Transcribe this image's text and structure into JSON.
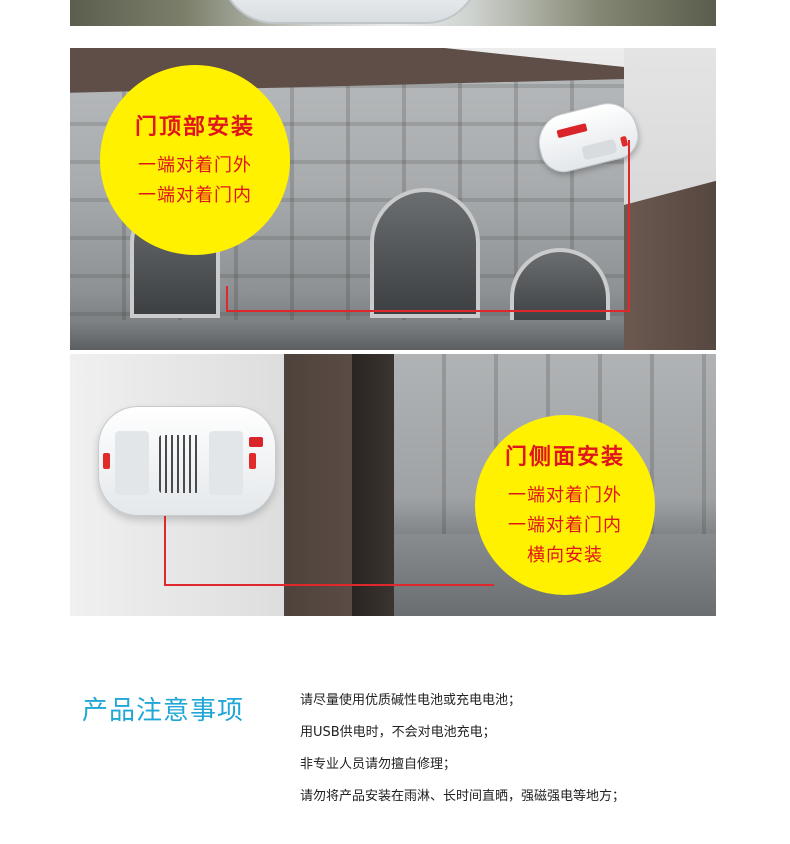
{
  "top_install": {
    "title": "门顶部安装",
    "lines": [
      "一端对着门外",
      "一端对着门内"
    ]
  },
  "side_install": {
    "title": "门侧面安装",
    "lines": [
      "一端对着门外",
      "一端对着门内",
      "横向安装"
    ]
  },
  "notes": {
    "title": "产品注意事项",
    "items": [
      "请尽量使用优质碱性电池或充电电池；",
      "用USB供电时，不会对电池充电；",
      "非专业人员请勿擅自修理；",
      "请勿将产品安装在雨淋、长时间直晒，强磁强电等地方；"
    ]
  },
  "colors": {
    "bubble": "#fff100",
    "bubble_text": "#e0151b",
    "notes_title": "#21a7d6",
    "wire": "#e0282c"
  }
}
